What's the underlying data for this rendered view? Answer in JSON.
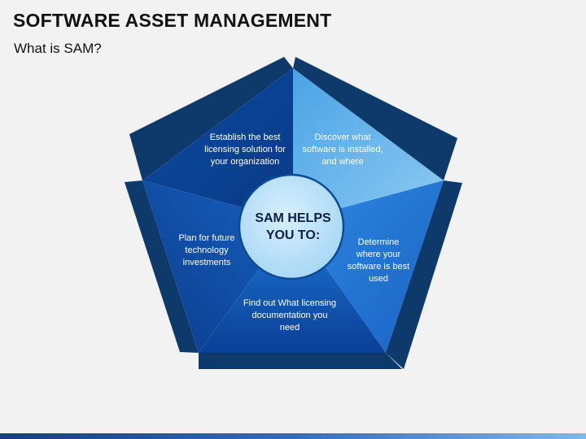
{
  "header": {
    "title": "SOFTWARE ASSET MANAGEMENT",
    "subtitle": "What is SAM?"
  },
  "center": {
    "label_line1": "SAM HELPS",
    "label_line2": "YOU TO:"
  },
  "segments": [
    {
      "lines": [
        "Establish the best",
        "licensing solution for",
        "your organization"
      ]
    },
    {
      "lines": [
        "Discover what",
        "software is installed,",
        "and where"
      ]
    },
    {
      "lines": [
        "Determine",
        "where your",
        "software is best",
        "used"
      ]
    },
    {
      "lines": [
        "Find out What licensing",
        "documentation you",
        "need"
      ]
    },
    {
      "lines": [
        "Plan for future",
        "technology",
        "investments"
      ]
    }
  ],
  "colors": {
    "frame": "#0e3a6b",
    "accent_light": "#6fb6ec",
    "accent_dark": "#0b3e85",
    "center_fill": "#bfe3f7"
  }
}
